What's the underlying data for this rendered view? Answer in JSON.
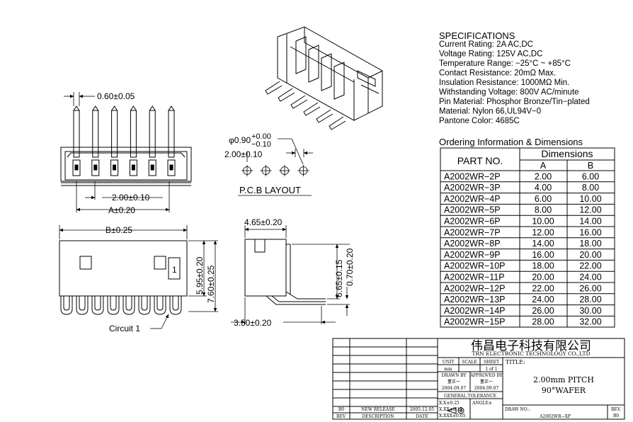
{
  "specifications": {
    "heading": "SPECIFICATIONS",
    "lines": [
      "Current Rating: 2A AC,DC",
      "Voltage Rating: 125V AC,DC",
      "Temperature Range: −25°C ~ +85°C",
      "Contact Resistance: 20mΩ Max.",
      "Insulation Resistance: 1000MΩ Min.",
      "Withstanding Voltage: 800V AC/minute",
      "Pin Material: Phosphor Bronze/Tin−plated",
      "Material: Nylon 66,UL94V−0",
      "Pantone Color: 4685C"
    ]
  },
  "ordering": {
    "title": "Ordering Information & Dimensions",
    "part_header": "PART NO.",
    "dims_header": "Dimensions",
    "col_a": "A",
    "col_b": "B",
    "rows": [
      [
        "A2002WR−2P",
        "2.00",
        "6.00"
      ],
      [
        "A2002WR−3P",
        "4.00",
        "8.00"
      ],
      [
        "A2002WR−4P",
        "6.00",
        "10.00"
      ],
      [
        "A2002WR−5P",
        "8.00",
        "12.00"
      ],
      [
        "A2002WR−6P",
        "10.00",
        "14.00"
      ],
      [
        "A2002WR−7P",
        "12.00",
        "16.00"
      ],
      [
        "A2002WR−8P",
        "14.00",
        "18.00"
      ],
      [
        "A2002WR−9P",
        "16.00",
        "20.00"
      ],
      [
        "A2002WR−10P",
        "18.00",
        "22.00"
      ],
      [
        "A2002WR−11P",
        "20.00",
        "24.00"
      ],
      [
        "A2002WR−12P",
        "22.00",
        "26.00"
      ],
      [
        "A2002WR−13P",
        "24.00",
        "28.00"
      ],
      [
        "A2002WR−14P",
        "26.00",
        "30.00"
      ],
      [
        "A2002WR−15P",
        "28.00",
        "32.00"
      ]
    ]
  },
  "dimensions": {
    "pin_width": "0.60±0.05",
    "pitch_top": "2.00±0.10",
    "a_dim": "A±0.20",
    "hole_dia": "φ0.90",
    "hole_tol_plus": "+0.00",
    "hole_tol_minus": "−0.10",
    "pcb_pitch": "2.00±0.10",
    "pcb_label": "P.C.B LAYOUT",
    "b_dim": "B±0.25",
    "h1": "5.95±0.20",
    "h2": "7.60±0.25",
    "circuit": "Circuit 1",
    "pin_one": "1",
    "side_w": "4.65±0.20",
    "side_h1": "6.65±0.15",
    "side_h2": "0.70±0.20",
    "side_bottom": "3.50±0.20"
  },
  "title_block": {
    "company_cn": "伟昌电子科技有限公司",
    "company_en": "TRN ELECTRONIC TECHNOLOGY CO.,LTD",
    "unit_label": "UNIT",
    "unit": "mm",
    "scale_label": "SCALE",
    "sheet_label": "SHEET",
    "sheet": "1 of 1",
    "title_label": "TITLE:",
    "title_line1": "2.00mm PITCH",
    "title_line2": "90°WAFER",
    "drawn_label": "DRAWN BY",
    "drawn_by": "董正一",
    "drawn_date": "2004.09.07",
    "approved_label": "APPROVED BY",
    "approved_by": "董正一",
    "approved_date": "2004.09.07",
    "tolerance_label": "GENERAL TOLERANCE",
    "tol1": "X.X±0.25",
    "tol2": "X.XX±0.15",
    "tol3": "X.XXX±0.05",
    "angle_label": "ANGLE±",
    "drawno_label": "DRAW NO.:",
    "drawno": "A2002WR−XP",
    "rev_label": "REV.",
    "rev": "B0",
    "rev_row_rev": "B0",
    "rev_row_desc": "NEW RELEASE",
    "rev_row_date": "2005.12.05",
    "col_rev": "REV.",
    "col_desc": "DESCRIPTION",
    "col_date": "DATE"
  }
}
